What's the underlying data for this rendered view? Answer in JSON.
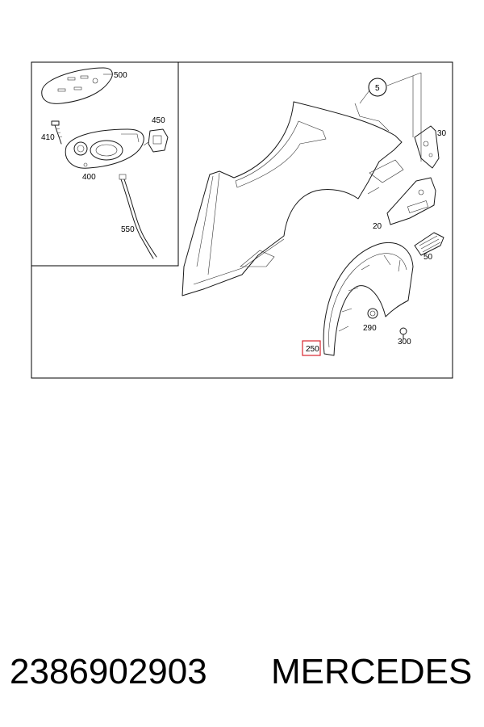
{
  "callouts": {
    "c500": "500",
    "c410": "410",
    "c450": "450",
    "c400": "400",
    "c550": "550",
    "c5": "5",
    "c30": "30",
    "c20": "20",
    "c50": "50",
    "c290": "290",
    "c300": "300",
    "c250": "250"
  },
  "footer": {
    "part_number": "2386902903",
    "brand": "MERCEDES"
  },
  "colors": {
    "highlight": "#d9262e",
    "line": "#1a1a1a"
  }
}
